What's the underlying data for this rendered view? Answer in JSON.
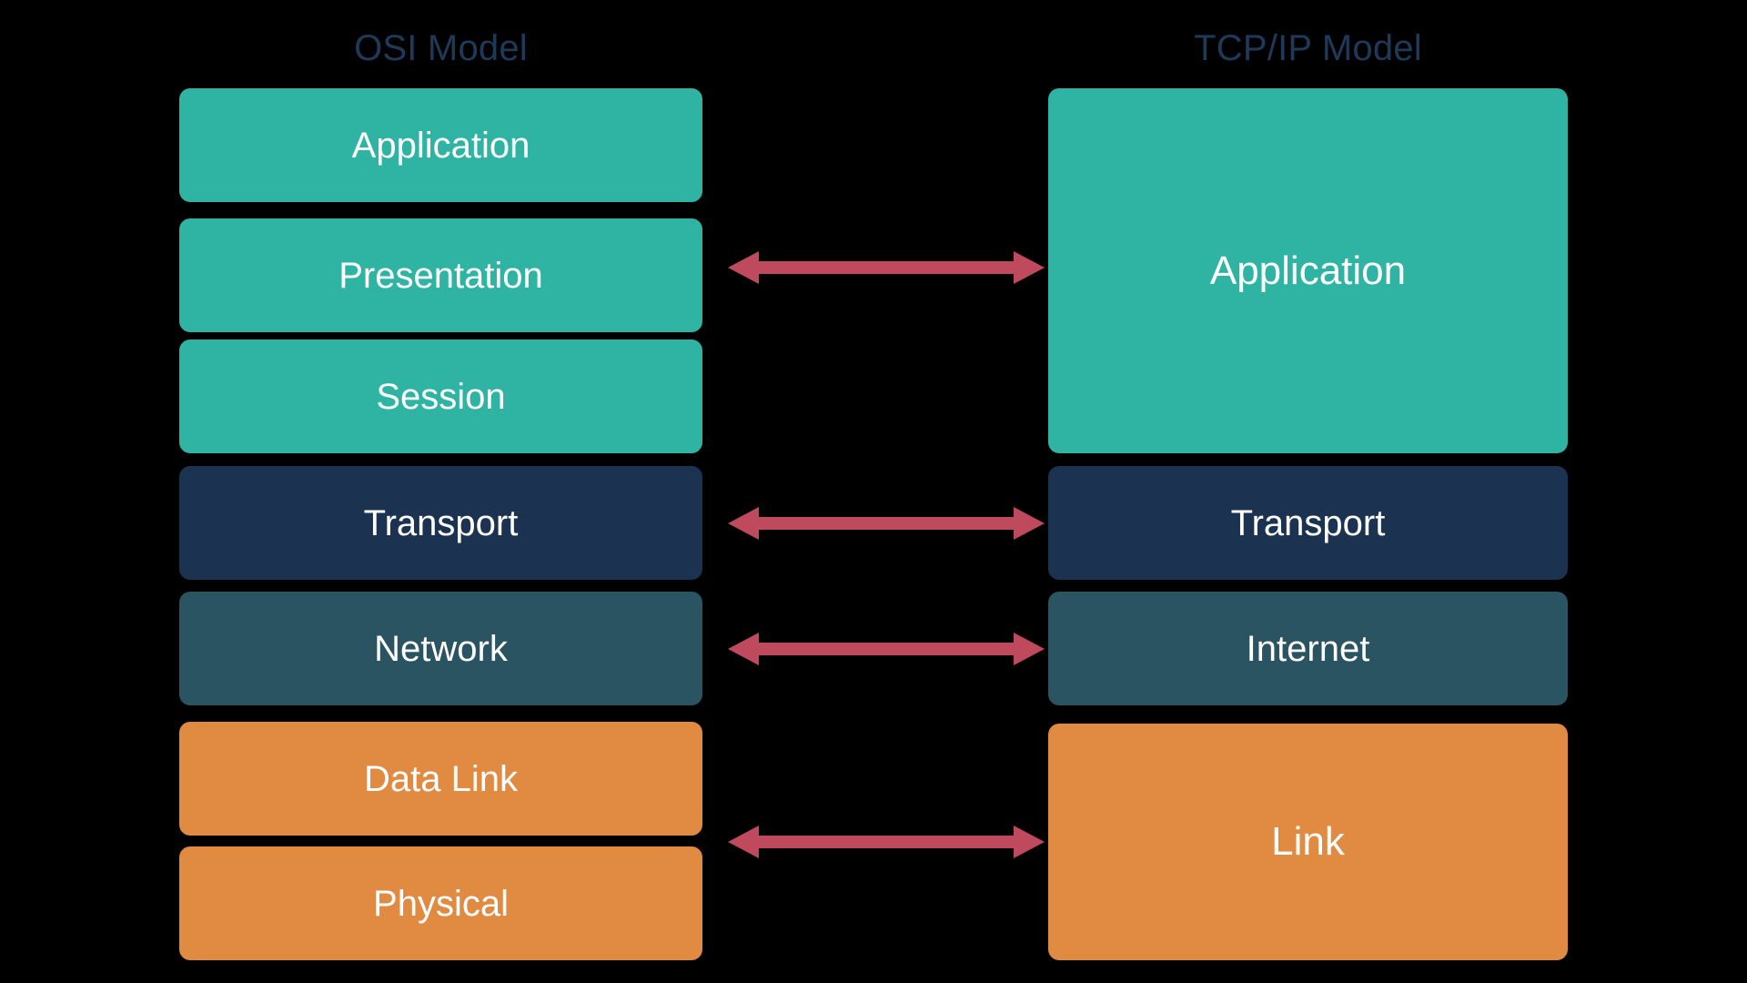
{
  "diagram": {
    "background": "#000000",
    "title_color": "#1f3a59",
    "arrow_color": "#bf4a5e",
    "label_color": "#ffffff",
    "palette": {
      "teal": "#2fb3a3",
      "navy": "#1b3350",
      "slate": "#2a5461",
      "orange": "#e08a42"
    }
  },
  "columns": {
    "osi": {
      "title": "OSI Model",
      "layers": [
        {
          "label": "Application",
          "color": "#2fb3a3"
        },
        {
          "label": "Presentation",
          "color": "#2fb3a3"
        },
        {
          "label": "Session",
          "color": "#2fb3a3"
        },
        {
          "label": "Transport",
          "color": "#1b3350"
        },
        {
          "label": "Network",
          "color": "#2a5461"
        },
        {
          "label": "Data Link",
          "color": "#e08a42"
        },
        {
          "label": "Physical",
          "color": "#e08a42"
        }
      ]
    },
    "tcpip": {
      "title": "TCP/IP Model",
      "layers": [
        {
          "label": "Application",
          "color": "#2fb3a3"
        },
        {
          "label": "Transport",
          "color": "#1b3350"
        },
        {
          "label": "Internet",
          "color": "#2a5461"
        },
        {
          "label": "Link",
          "color": "#e08a42"
        }
      ]
    }
  },
  "mappings": [
    {
      "from": "Presentation",
      "to": "Application",
      "style": "double-headed"
    },
    {
      "from": "Transport",
      "to": "Transport",
      "style": "double-headed"
    },
    {
      "from": "Network",
      "to": "Internet",
      "style": "double-headed"
    },
    {
      "from": "Data Link",
      "to": "Link",
      "style": "double-headed"
    }
  ]
}
